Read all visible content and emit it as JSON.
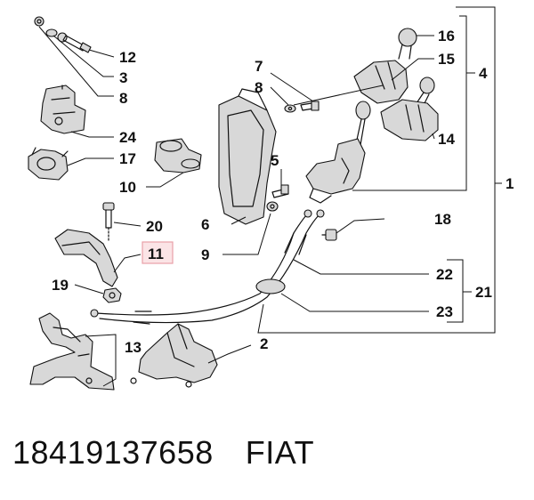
{
  "diagram": {
    "callouts": [
      "1",
      "2",
      "3",
      "4",
      "5",
      "6",
      "7",
      "8",
      "8",
      "9",
      "10",
      "11",
      "12",
      "13",
      "14",
      "15",
      "16",
      "17",
      "18",
      "19",
      "20",
      "21",
      "22",
      "23",
      "24"
    ],
    "highlight_color": "#e8a0a8",
    "highlight_fill": "#fbe4e6"
  },
  "footer": {
    "part_number": "18419137658",
    "brand": "FIAT"
  }
}
